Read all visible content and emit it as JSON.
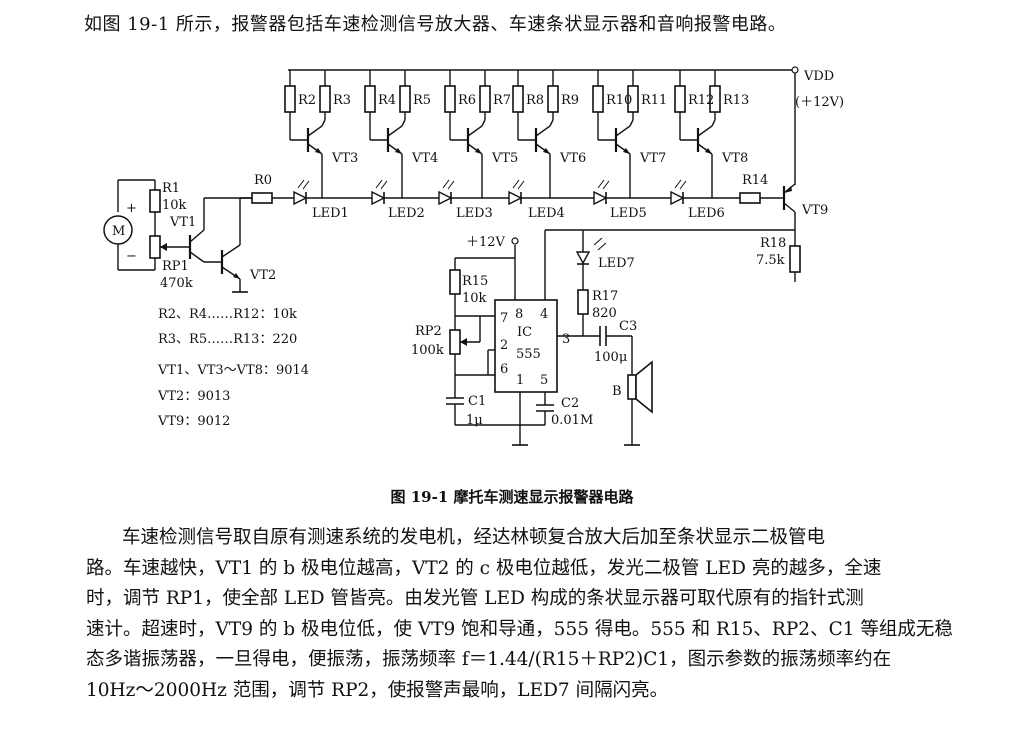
{
  "intro": "如图 19-1 所示，报警器包括车速检测信号放大器、车速条状显示器和音响报警电路。",
  "caption": "图 19-1    摩托车测速显示报警器电路",
  "paragraphs": [
    "车速检测信号取自原有测速系统的发电机，经达林顿复合放大后加至条状显示二极管电",
    "路。车速越快，VT1 的 b 极电位越高，VT2 的 c 极电位越低，发光二极管 LED 亮的越多，全速",
    "时，调节 RP1，使全部 LED 管皆亮。由发光管 LED 构成的条状显示器可取代原有的指针式测",
    "速计。超速时，VT9 的 b 极电位低，使 VT9 饱和导通，555 得电。555 和 R15、RP2、C1 等组成无稳",
    "态多谐振荡器，一旦得电，便振荡，振荡频率 f＝1.44/(R15＋RP2)C1，图示参数的振荡频率约在",
    "10Hz～2000Hz 范围，调节 RP2，使报警声最响，LED7 间隔闪亮。"
  ],
  "labels": {
    "vdd": "VDD",
    "vdd_value": "(＋12V)",
    "plus12v": "＋12V",
    "r0": "R0",
    "r14": "R14",
    "r1": "R1",
    "r1_value": "10k",
    "vt1": "VT1",
    "vt2": "VT2",
    "vt9": "VT9",
    "rp1": "RP1",
    "rp1_value": "470k",
    "motor": "M",
    "motor_plus": "+",
    "motor_minus": "−",
    "r18": "R18",
    "r18_value": "7.5k",
    "r15": "R15",
    "r15_value": "10k",
    "rp2": "RP2",
    "rp2_value": "100k",
    "ic": "IC",
    "ic_part": "555",
    "r17": "R17",
    "r17_value": "820",
    "c3": "C3",
    "c3_value": "100μ",
    "c1": "C1",
    "c1_value": "1μ",
    "c2": "C2",
    "c2_value": "0.01M",
    "speaker": "B",
    "led7": "LED7",
    "leds": [
      "LED1",
      "LED2",
      "LED3",
      "LED4",
      "LED5",
      "LED6"
    ],
    "upper_resistors": [
      "R2",
      "R3",
      "R4",
      "R5",
      "R6",
      "R7",
      "R8",
      "R9",
      "R10",
      "R11",
      "R12",
      "R13"
    ],
    "driver_transistors": [
      "VT3",
      "VT4",
      "VT5",
      "VT6",
      "VT7",
      "VT8"
    ],
    "pins": [
      "8",
      "4",
      "7",
      "2",
      "6",
      "3",
      "1",
      "5"
    ]
  },
  "parts_list": [
    "R2、R4……R12：10k",
    "R3、R5……R13：220",
    "VT1、VT3～VT8：9014",
    "VT2：9013",
    "VT9：9012"
  ]
}
